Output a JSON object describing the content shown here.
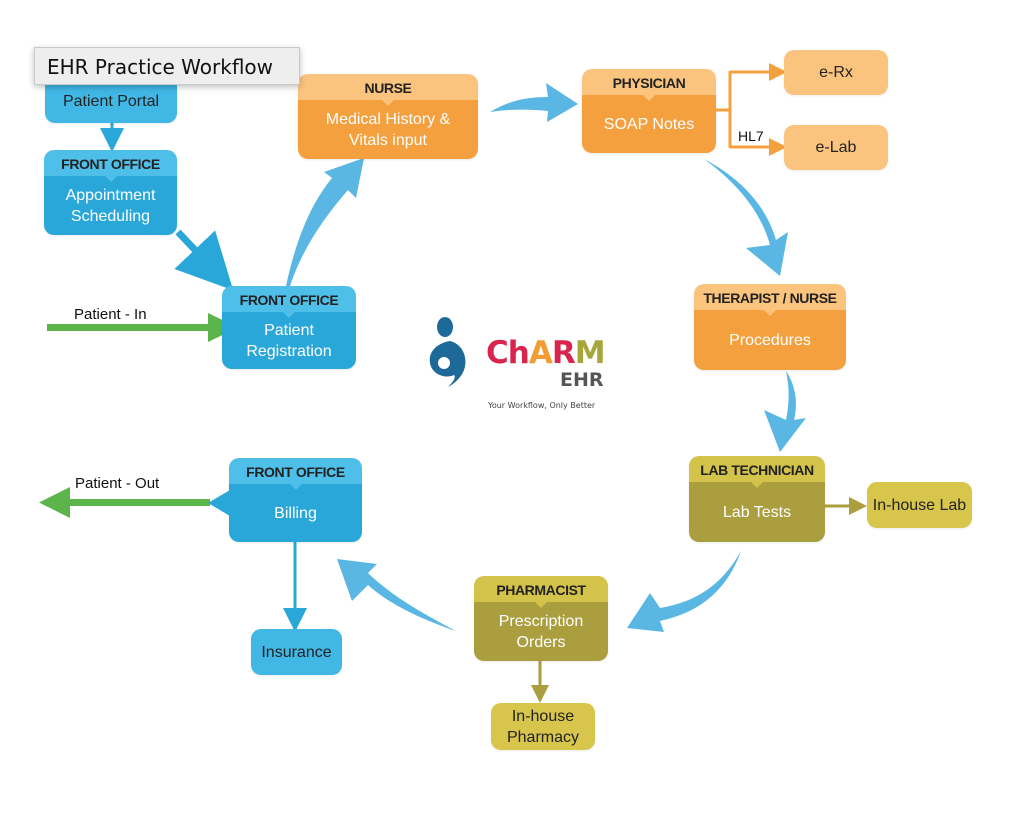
{
  "tooltip": {
    "title": "EHR Practice Workflow"
  },
  "colors": {
    "blue": "#2aa7d9",
    "blue_light": "#4dbfe8",
    "orange": "#f4a03f",
    "orange_light": "#fbc47e",
    "olive": "#aa9e3e",
    "olive_light": "#d4c34a",
    "green": "#5cb54a",
    "flow_arrow": "#5ab7e3"
  },
  "nodes": {
    "patient_portal": {
      "body": "Patient Portal"
    },
    "appointment": {
      "role": "FRONT OFFICE",
      "body_line1": "Appointment",
      "body_line2": "Scheduling"
    },
    "registration": {
      "role": "FRONT OFFICE",
      "body_line1": "Patient",
      "body_line2": "Registration"
    },
    "nurse": {
      "role": "NURSE",
      "body_line1": "Medical History &",
      "body_line2": "Vitals input"
    },
    "physician": {
      "role": "PHYSICIAN",
      "body": "SOAP Notes"
    },
    "erx": {
      "body": "e-Rx"
    },
    "elab": {
      "body": "e-Lab"
    },
    "therapist": {
      "role": "THERAPIST / NURSE",
      "body": "Procedures"
    },
    "lab_tech": {
      "role": "LAB TECHNICIAN",
      "body": "Lab Tests"
    },
    "inhouse_lab": {
      "body": "In-house Lab"
    },
    "pharmacist": {
      "role": "PHARMACIST",
      "body_line1": "Prescription",
      "body_line2": "Orders"
    },
    "inhouse_pharmacy": {
      "body_line1": "In-house",
      "body_line2": "Pharmacy"
    },
    "billing": {
      "role": "FRONT OFFICE",
      "body": "Billing"
    },
    "insurance": {
      "body": "Insurance"
    }
  },
  "labels": {
    "patient_in": "Patient - In",
    "patient_out": "Patient - Out",
    "hl7": "HL7"
  },
  "logo": {
    "letters": [
      {
        "ch": "Ch",
        "color": "#d9254d"
      },
      {
        "ch": "A",
        "color": "#f39c33"
      },
      {
        "ch": "R",
        "color": "#d9254d"
      },
      {
        "ch": "M",
        "color": "#a6a63a"
      }
    ],
    "sub": "EHR",
    "tagline": "Your Workflow, Only Better"
  }
}
